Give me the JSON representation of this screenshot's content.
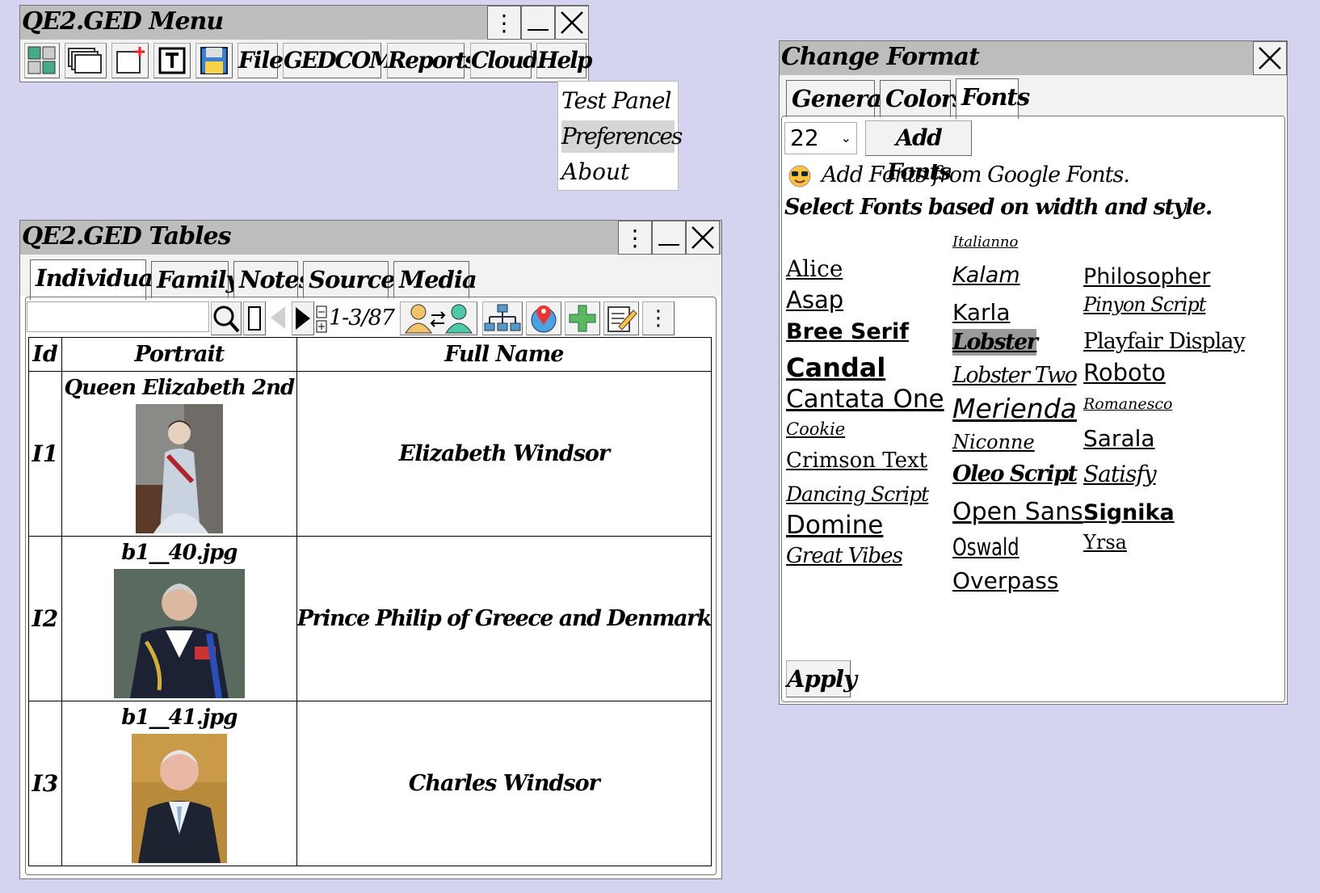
{
  "menu_window": {
    "title": "QE2.GED Menu",
    "buttons": {
      "file": "File",
      "gedcom": "GEDCOM",
      "reports": "Reports",
      "cloud": "Cloud",
      "help": "Help"
    },
    "dropdown": [
      "Test Panel",
      "Preferences",
      "About"
    ]
  },
  "tables_window": {
    "title": "QE2.GED Tables",
    "tabs": [
      "Individual",
      "Family",
      "Notes",
      "Sources",
      "Media"
    ],
    "search": {
      "value": ""
    },
    "counter": "1-3/87",
    "columns": [
      "Id",
      "Portrait",
      "Full Name"
    ],
    "rows": [
      {
        "id": "I1",
        "caption": "Queen Elizabeth 2nd",
        "full_name": "Elizabeth Windsor"
      },
      {
        "id": "I2",
        "caption": "b1__40.jpg",
        "full_name": "Prince Philip of Greece and Denmark"
      },
      {
        "id": "I3",
        "caption": "b1__41.jpg",
        "full_name": "Charles Windsor"
      }
    ]
  },
  "format_window": {
    "title": "Change Format",
    "tabs": [
      "General",
      "Colors",
      "Fonts"
    ],
    "size": {
      "selected": "22"
    },
    "add_fonts_label": "Add Fonts",
    "info_line1": "Add Fonts from Google Fonts.",
    "info_line2": "Select Fonts based on width and style.",
    "fonts": {
      "col1": [
        "Alice",
        "Asap",
        "Bree Serif",
        "Candal",
        "Cantata One",
        "Cookie",
        "Crimson Text",
        "Dancing Script",
        "Domine",
        "Great Vibes"
      ],
      "col2": [
        "Italianno",
        "Kalam",
        "Karla",
        "Lobster",
        "Lobster Two",
        "Merienda",
        "Niconne",
        "Oleo Script",
        "Open Sans",
        "Oswald",
        "Overpass"
      ],
      "col3": [
        "Philosopher",
        "Pinyon Script",
        "Playfair Display",
        "Roboto",
        "Romanesco",
        "Sarala",
        "Satisfy",
        "Signika",
        "Yrsa"
      ]
    },
    "selected_font": "Lobster",
    "apply_label": "Apply"
  },
  "colors": {
    "background": "#d4d4f0",
    "titlebar": "#bdbdbd",
    "button": "#f2f2f2"
  }
}
